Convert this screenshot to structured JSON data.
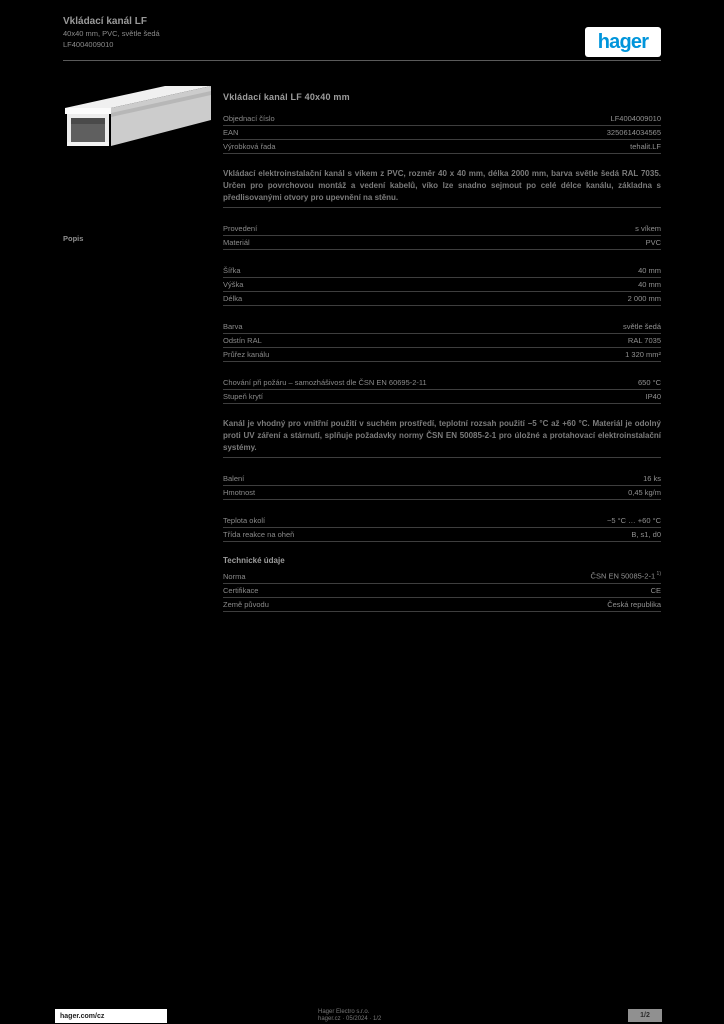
{
  "colors": {
    "brand_blue": "#0095db",
    "page_background": "#000000",
    "text_gray": "#8a8a8a"
  },
  "header": {
    "title_line1": "Vkládací kanál LF",
    "title_line2": "40x40 mm, PVC, světle šedá",
    "reference": "LF4004009010",
    "logo_text": "hager"
  },
  "sidebar": {
    "section_label": "Popis"
  },
  "content": {
    "heading": "Vkládací kanál LF 40x40 mm",
    "groups": [
      {
        "rows": [
          {
            "label": "Objednací číslo",
            "value": "LF4004009010"
          },
          {
            "label": "EAN",
            "value": "3250614034565"
          },
          {
            "label": "Výrobková řada",
            "value": "tehalit.LF"
          }
        ]
      },
      {
        "paragraph": "Vkládací elektroinstalační kanál s víkem z PVC, rozměr 40 x 40 mm, délka 2000 mm, barva světle šedá RAL 7035. Určen pro povrchovou montáž a vedení kabelů, víko lze snadno sejmout po celé délce kanálu, základna s předlisovanými otvory pro upevnění na stěnu."
      },
      {
        "rows": [
          {
            "label": "Provedení",
            "value": "s víkem"
          },
          {
            "label": "Materiál",
            "value": "PVC"
          }
        ]
      },
      {
        "rows": [
          {
            "label": "Šířka",
            "value": "40 mm"
          },
          {
            "label": "Výška",
            "value": "40 mm"
          },
          {
            "label": "Délka",
            "value": "2 000 mm"
          }
        ]
      },
      {
        "rows": [
          {
            "label": "Barva",
            "value": "světle šedá"
          },
          {
            "label": "Odstín RAL",
            "value": "RAL 7035"
          },
          {
            "label": "Průřez kanálu",
            "value": "1 320 mm²"
          }
        ]
      },
      {
        "rows": [
          {
            "label": "Chování při požáru – samozhášivost dle ČSN EN 60695-2-11",
            "value": "650 °C"
          },
          {
            "label": "Stupeň krytí",
            "value": "IP40"
          }
        ]
      },
      {
        "paragraph": "Kanál je vhodný pro vnitřní použití v suchém prostředí, teplotní rozsah použití −5 °C až +60 °C. Materiál je odolný proti UV záření a stárnutí, splňuje požadavky normy ČSN EN 50085-2-1 pro úložné a protahovací elektroinstalační systémy."
      },
      {
        "rows": [
          {
            "label": "Balení",
            "value": "16 ks"
          },
          {
            "label": "Hmotnost",
            "value": "0,45 kg/m"
          }
        ]
      },
      {
        "rows": [
          {
            "label": "Teplota okolí",
            "value": "−5 °C … +60 °C"
          },
          {
            "label": "Třída reakce na oheň",
            "value": "B, s1, d0"
          }
        ]
      },
      {
        "title": "Technické údaje",
        "rows": [
          {
            "label": "Norma",
            "value": "ČSN EN 50085-2-1",
            "sup": "1)"
          },
          {
            "label": "Certifikace",
            "value": "CE"
          },
          {
            "label": "Země původu",
            "value": "Česká republika"
          }
        ]
      }
    ]
  },
  "footer": {
    "site": "hager.com/cz",
    "center_line1": "Hager Electro s.r.o.",
    "center_line2": "hager.cz · 05/2024 · 1/2",
    "page_badge": "1/2"
  }
}
